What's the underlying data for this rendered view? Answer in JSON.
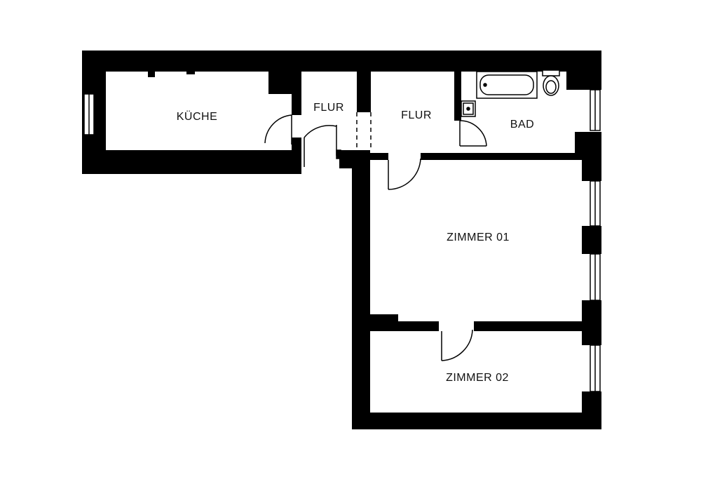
{
  "floorplan": {
    "rooms": {
      "kueche": "KÜCHE",
      "flur_1": "FLUR",
      "flur_2": "FLUR",
      "bad": "BAD",
      "zimmer_01": "ZIMMER 01",
      "zimmer_02": "ZIMMER 02"
    },
    "colors": {
      "wall": "#000000",
      "floor": "#ffffff",
      "text": "#111111"
    }
  }
}
